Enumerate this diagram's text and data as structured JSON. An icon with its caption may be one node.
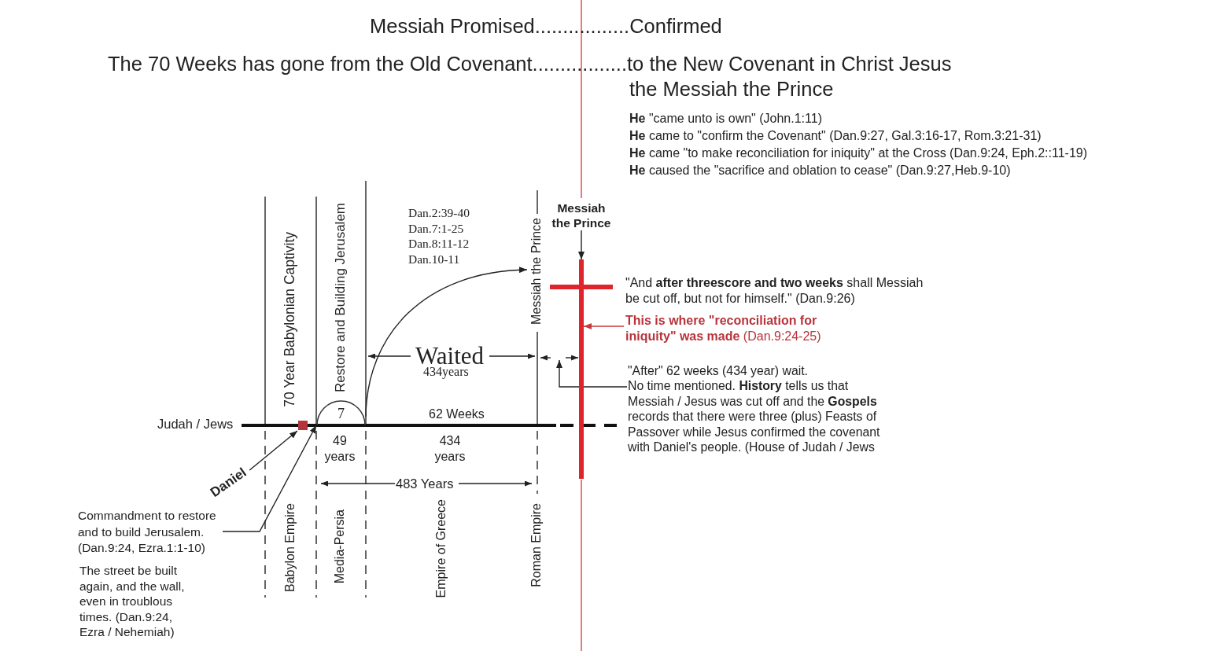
{
  "diagram": {
    "title": "Messiah Promised.................Confirmed",
    "nodes": [
      {
        "text": [
          "Messiah the Prince"
        ]
      },
      {
        "text": [
          "Messiah the Prince"
        ]
      },
      {
        "text": [],
        "shape": "cross"
      },
      {
        "text": [
          "**This is where \"reconciliation for iniquity\" was made** (Dan.9:24-25)"
        ]
      },
      {
        "text": [
          "\"After\" 62 weeks (434 year) wait.",
          "No time mentioned. **History** tells us that Messiah / Jesus was cut off and the **Gospels** records that there were three (plus) Feasts of Passover while Jesus confirmed the covenant with Daniel's people. (House of Judah / Jews"
        ]
      },
      {
        "text": [
          "7"
        ]
      },
      {
        "text": [],
        "shape": "box"
      },
      {
        "text": [
          "Daniel"
        ]
      },
      {
        "text": [
          "Commandment to restore and to build Jerusalem. (Dan.9:24, Ezra.1:1-10)"
        ]
      }
    ],
    "edges": [
      {
        "from": 0,
        "to": 2,
        "arrow": "to"
      },
      {
        "from": 3,
        "to": 2,
        "arrow": "to",
        "color": "#c8373c"
      },
      {
        "from": 4,
        "to": 2,
        "arrow": "to"
      },
      {
        "from": 5,
        "to": 1,
        "arrow": "to"
      },
      {
        "from": 7,
        "to": 6,
        "arrow": "to"
      },
      {
        "from": 8,
        "to": 5,
        "arrow": "to"
      }
    ],
    "labels": [
      "The 70 Weeks has gone from the Old Covenant.................to the New Covenant in Christ Jesus the Messiah the Prince",
      "**He** \"came unto is own\" (John.1:11)",
      "**He** came to \"confirm the Covenant\" (Dan.9:27, Gal.3:16-17, Rom.3:21-31)",
      "**He** came \"to make reconciliation for iniquity\" at the Cross (Dan.9:24, Eph.2::11-19)",
      "**He** caused the \"sacrifice and oblation to cease\" (Dan.9:27,Heb.9-10)",
      "70 Year Babylonian Captivity",
      "Restore and Building Jerusalem",
      "Dan.2:39-40",
      "Dan.7:1-25",
      "Dan.8:11-12",
      "Dan.10-11",
      "\"And **after threescore and two weeks** shall Messiah be cut off, but not for himself.\" (Dan.9:26)",
      "Waited",
      "434years",
      "Judah / Jews",
      "62 Weeks",
      "49 years",
      "434 years",
      "483 Years",
      "Babylon Empire",
      "Media-Persia",
      "Empire of Greece",
      "Roman Empire",
      "The street be built again, and the wall, even in troublous times. (Dan.9:24, Ezra / Nehemiah)"
    ]
  }
}
